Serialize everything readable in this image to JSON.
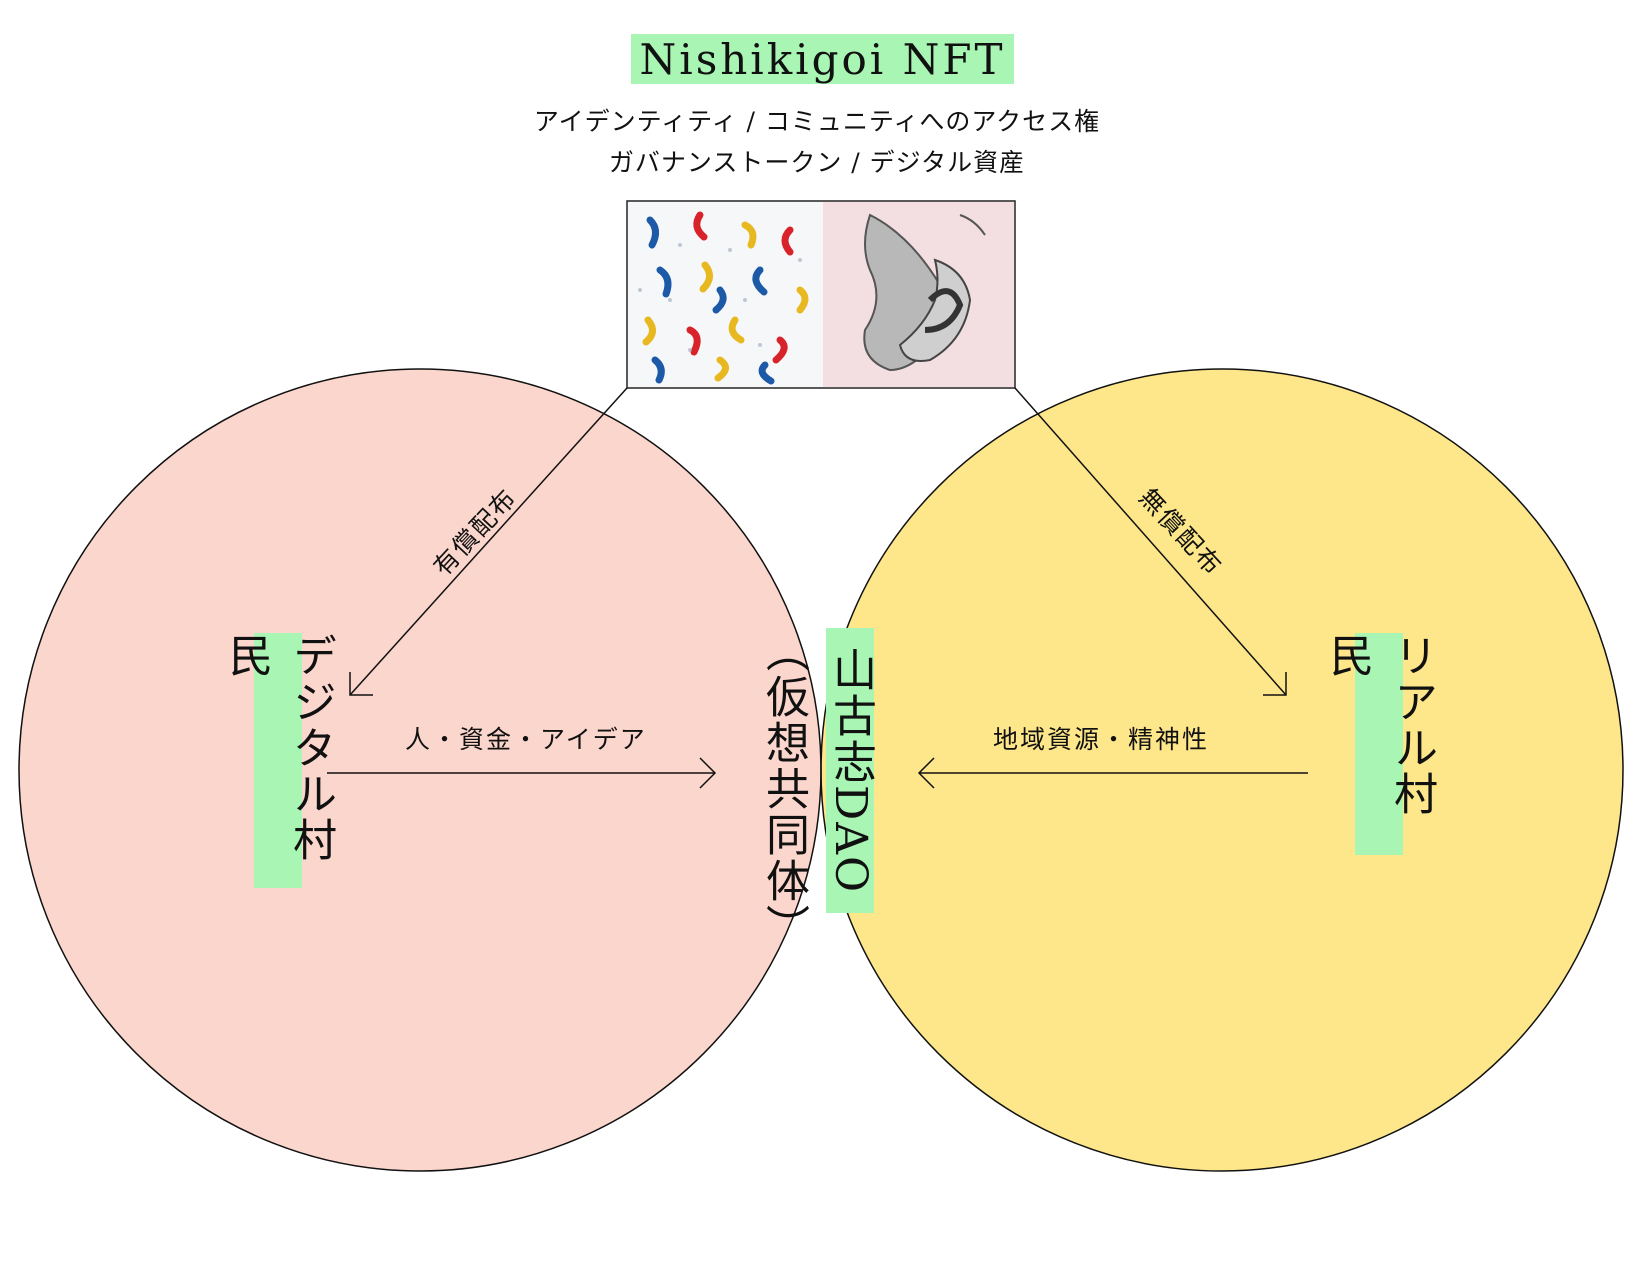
{
  "title": "Nishikigoi NFT",
  "subtitle_line1": "アイデンティティ / コミュニティへのアクセス権",
  "subtitle_line2": "ガバナンストークン / デジタル資産",
  "images": [
    {
      "name": "koi-pattern-artwork",
      "description_icon": "koi-pattern-icon"
    },
    {
      "name": "koi-ink-artwork",
      "description_icon": "koi-ink-icon"
    }
  ],
  "left_group": "デジタル村民",
  "right_group": "リアル村民",
  "center_group": "山古志DAO",
  "center_sub": "（仮想共同体）",
  "arrow_paid": "有償配布",
  "arrow_free": "無償配布",
  "flow_left": "人・資金・アイデア",
  "flow_right": "地域資源・精神性",
  "colors": {
    "left_circle": "#fbd6cd",
    "right_circle": "#fde78a",
    "overlap": "#fbc268",
    "label_highlight": "#a8f5b4"
  }
}
